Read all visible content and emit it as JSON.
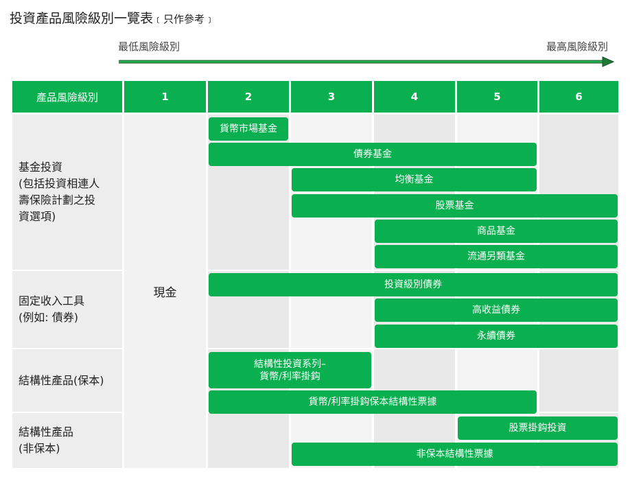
{
  "title": "投資產品風險級別一覽表",
  "title_note": "﹝只作參考﹞",
  "risk_scale": {
    "low": "最低風險級別",
    "high": "最高風險級別"
  },
  "header": [
    "產品風險級別",
    "1",
    "2",
    "3",
    "4",
    "5",
    "6"
  ],
  "rows": [
    {
      "label": "基金投資\n(包括投資相連人\n壽保險計劃之投\n資選項)"
    },
    {
      "label": "固定收入工具\n(例如: 債券)"
    },
    {
      "label": "結構性產品(保本)"
    },
    {
      "label": "結構性產品\n(非保本)"
    }
  ],
  "cash": "現金",
  "bars": [
    {
      "label": "貨幣市場基金",
      "from_level": 2,
      "to_level": 2
    },
    {
      "label": "債券基金",
      "from_level": 2,
      "to_level": 5
    },
    {
      "label": "均衡基金",
      "from_level": 3,
      "to_level": 5
    },
    {
      "label": "股票基金",
      "from_level": 3,
      "to_level": 6
    },
    {
      "label": "商品基金",
      "from_level": 4,
      "to_level": 6
    },
    {
      "label": "流通另類基金",
      "from_level": 4,
      "to_level": 6
    },
    {
      "label": "投資級別債券",
      "from_level": 2,
      "to_level": 6
    },
    {
      "label": "高收益債券",
      "from_level": 4,
      "to_level": 6
    },
    {
      "label": "永續債券",
      "from_level": 4,
      "to_level": 6
    },
    {
      "label": "結構性投資系列–\n貨幣/利率掛鈎",
      "from_level": 2,
      "to_level": 3
    },
    {
      "label": "貨幣/利率掛鈎保本結構性票據",
      "from_level": 2,
      "to_level": 5
    },
    {
      "label": "股票掛鈎投資",
      "from_level": 5,
      "to_level": 6
    },
    {
      "label": "非保本結構性票據",
      "from_level": 3,
      "to_level": 6
    }
  ],
  "colors": {
    "green": "#0aaf4f",
    "label_bg": "#ededed",
    "cell_bg": "#e9e9e9"
  }
}
